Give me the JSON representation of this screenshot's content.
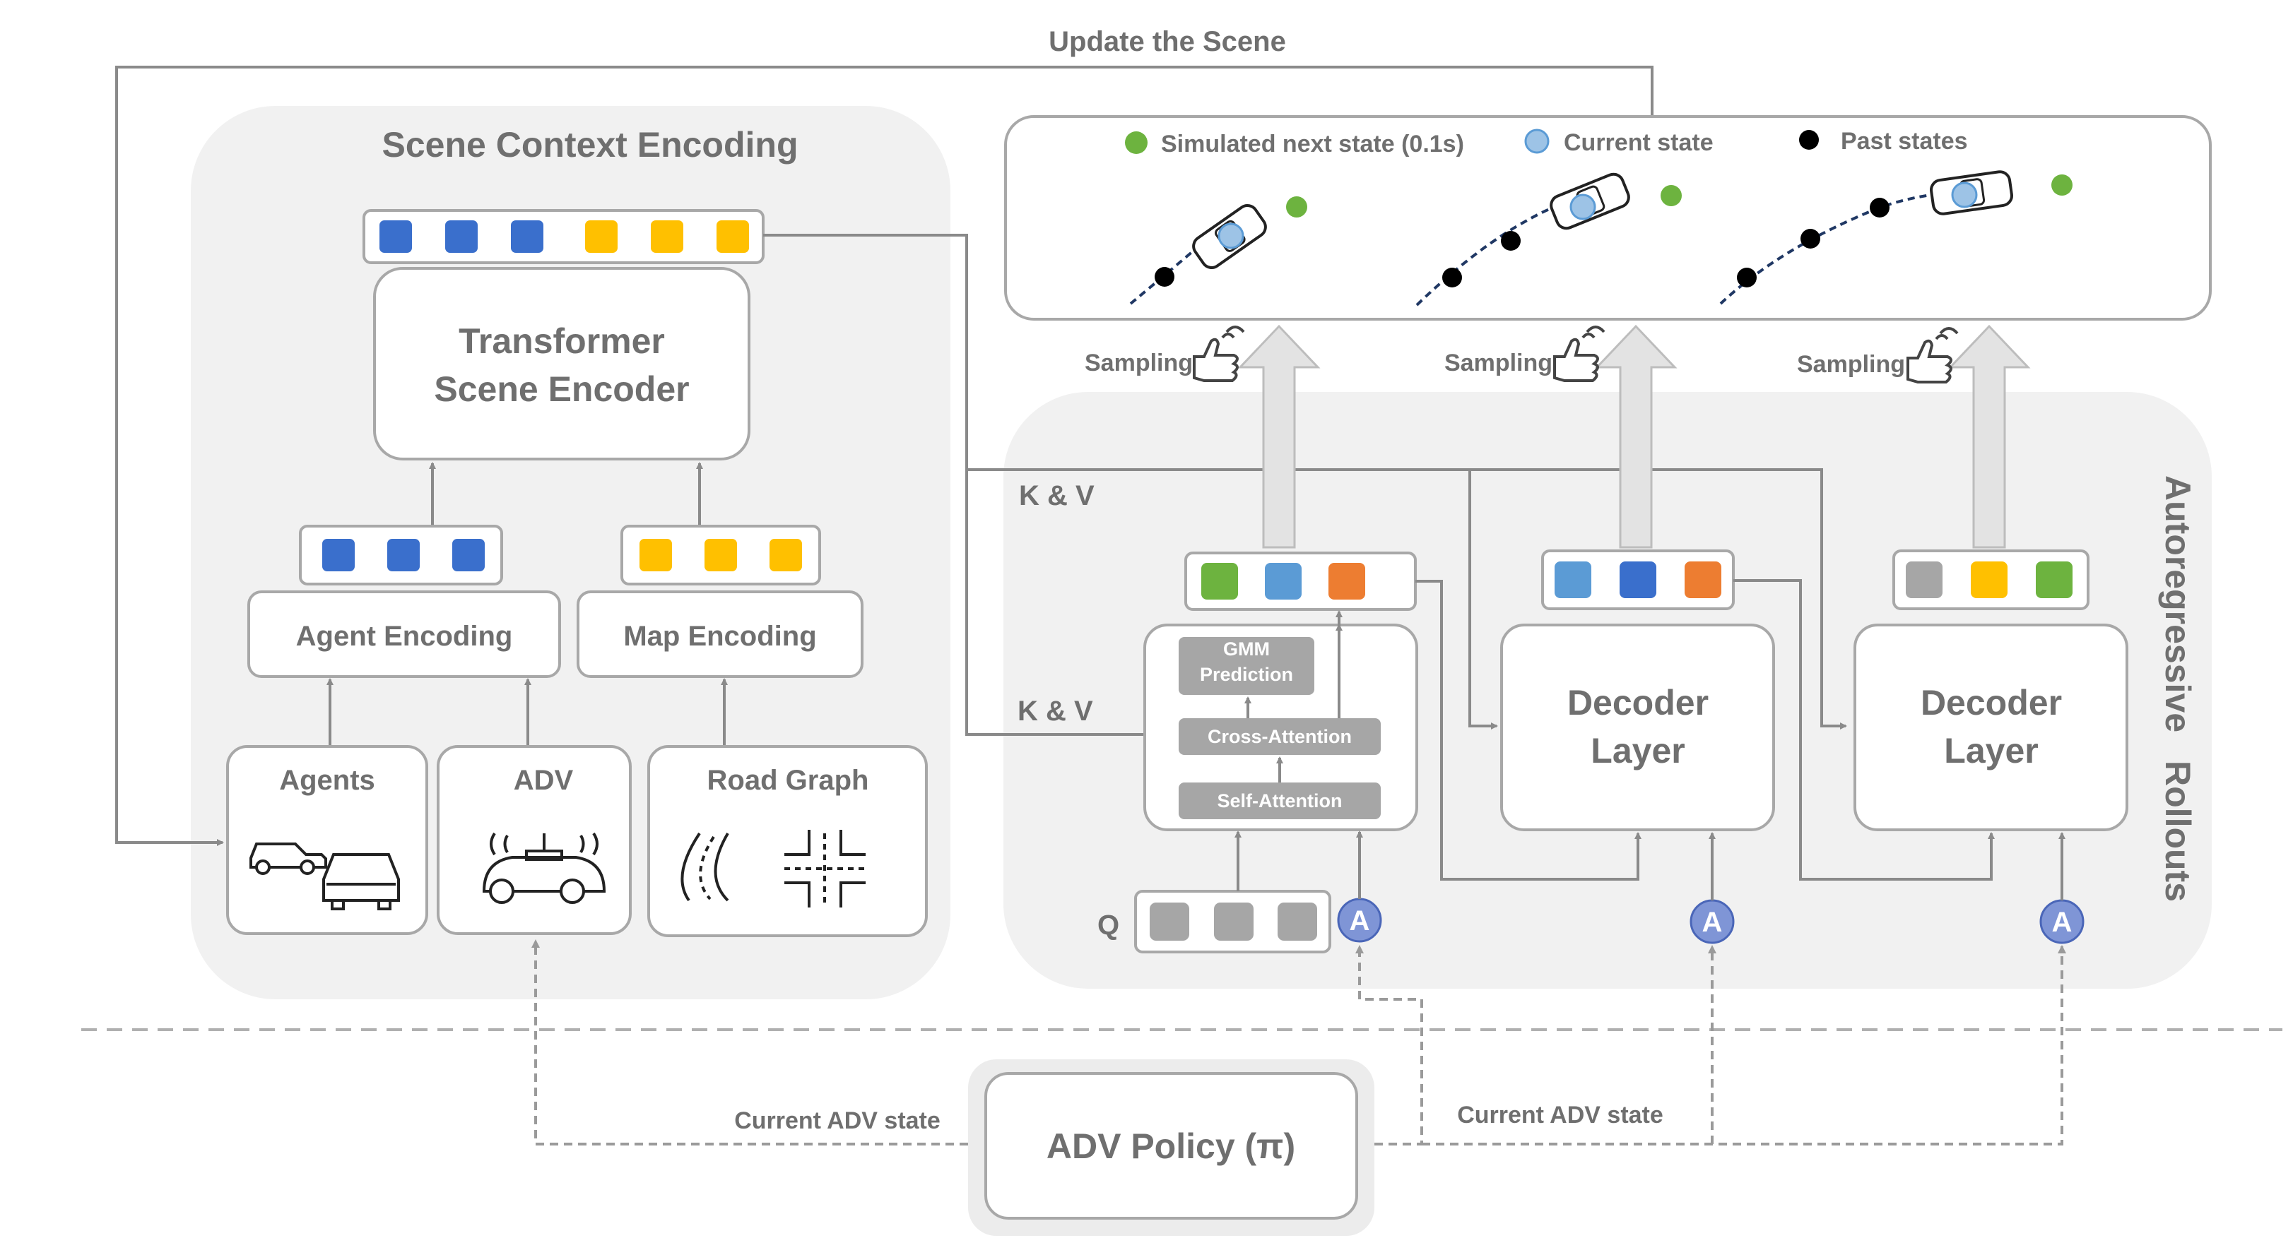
{
  "title_update": "Update the Scene",
  "scene_context": {
    "title": "Scene Context Encoding",
    "encoder_line1": "Transformer",
    "encoder_line2": "Scene Encoder",
    "agent_encoding": "Agent Encoding",
    "map_encoding": "Map Encoding",
    "agents": "Agents",
    "adv": "ADV",
    "road_graph": "Road Graph"
  },
  "legend": {
    "simulated": "Simulated next state (0.1s)",
    "current": "Current state",
    "past": "Past states"
  },
  "sampling": [
    "Sampling",
    "Sampling",
    "Sampling"
  ],
  "decoder": {
    "kv_top": "K & V",
    "kv_mid": "K & V",
    "q": "Q",
    "gmm_line1": "GMM",
    "gmm_line2": "Prediction",
    "cross_attention": "Cross-Attention",
    "self_attention": "Self-Attention",
    "layer_line1": "Decoder",
    "layer_line2": "Layer",
    "rollout_label_1": "Autoregressive",
    "rollout_label_2": "Rollouts",
    "a_badge": "A"
  },
  "policy": {
    "label": "ADV Policy (π)",
    "state_left": "Current ADV state",
    "state_right": "Current ADV state"
  },
  "colors": {
    "blue_token": "#3a6fcc",
    "yellow_token": "#ffc000",
    "green_token": "#6db33f",
    "light_blue_token": "#5b9bd5",
    "orange_token": "#ed7d31",
    "gray_token": "#a6a6a6",
    "badge": "#7f95d6",
    "panel": "#f1f1f1"
  }
}
